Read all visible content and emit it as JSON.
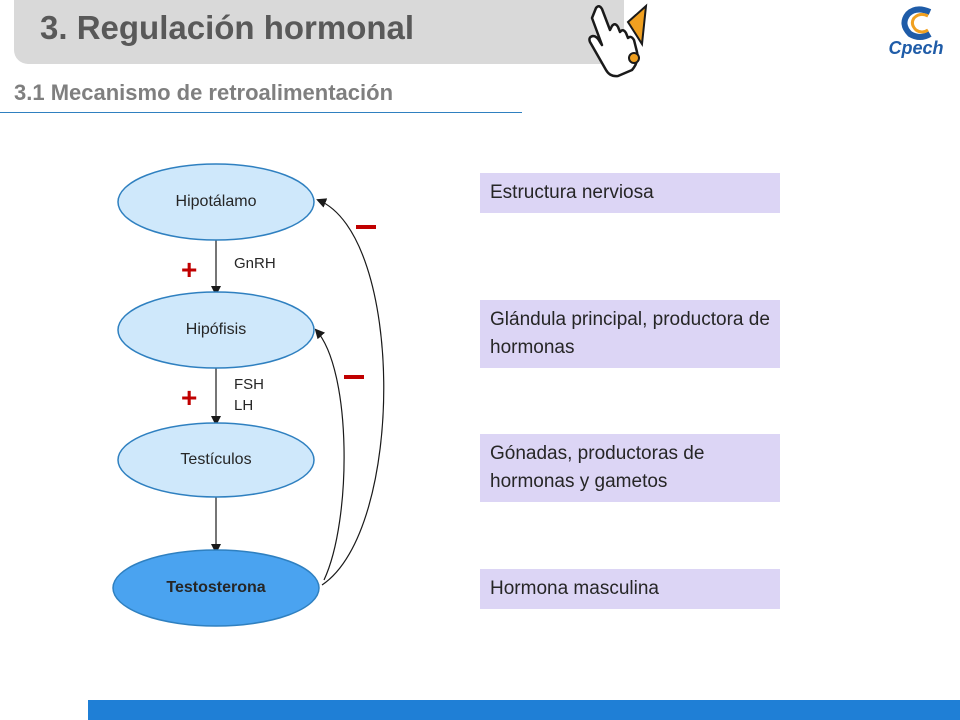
{
  "header": {
    "title": "3. Regulación hormonal",
    "subtitle": "3.1 Mecanismo de retroalimentación",
    "logo_text": "Cpech"
  },
  "diagram": {
    "nodes": [
      {
        "label": "Hipotálamo"
      },
      {
        "label": "Hipófisis"
      },
      {
        "label": "Testículos"
      },
      {
        "label": "Testosterona"
      }
    ],
    "signals": [
      {
        "label": "GnRH",
        "sign": "+"
      },
      {
        "label": "FSH\nLH",
        "sign": "+"
      }
    ],
    "feedback_signs": [
      "–",
      "–"
    ]
  },
  "descriptions": [
    "Estructura nerviosa",
    "Glándula principal, productora de hormonas",
    "Gónadas, productoras de hormonas y gametos",
    "Hormona masculina"
  ],
  "colors": {
    "node_fill": "#cfe8fb",
    "hormone_fill": "#4aa3f0",
    "node_stroke": "#2f80c0",
    "negative_sign": "#c00000",
    "positive_sign": "#c00000",
    "desc_fill": "#dcd5f5",
    "bottom_bar": "#1f7fd6"
  }
}
